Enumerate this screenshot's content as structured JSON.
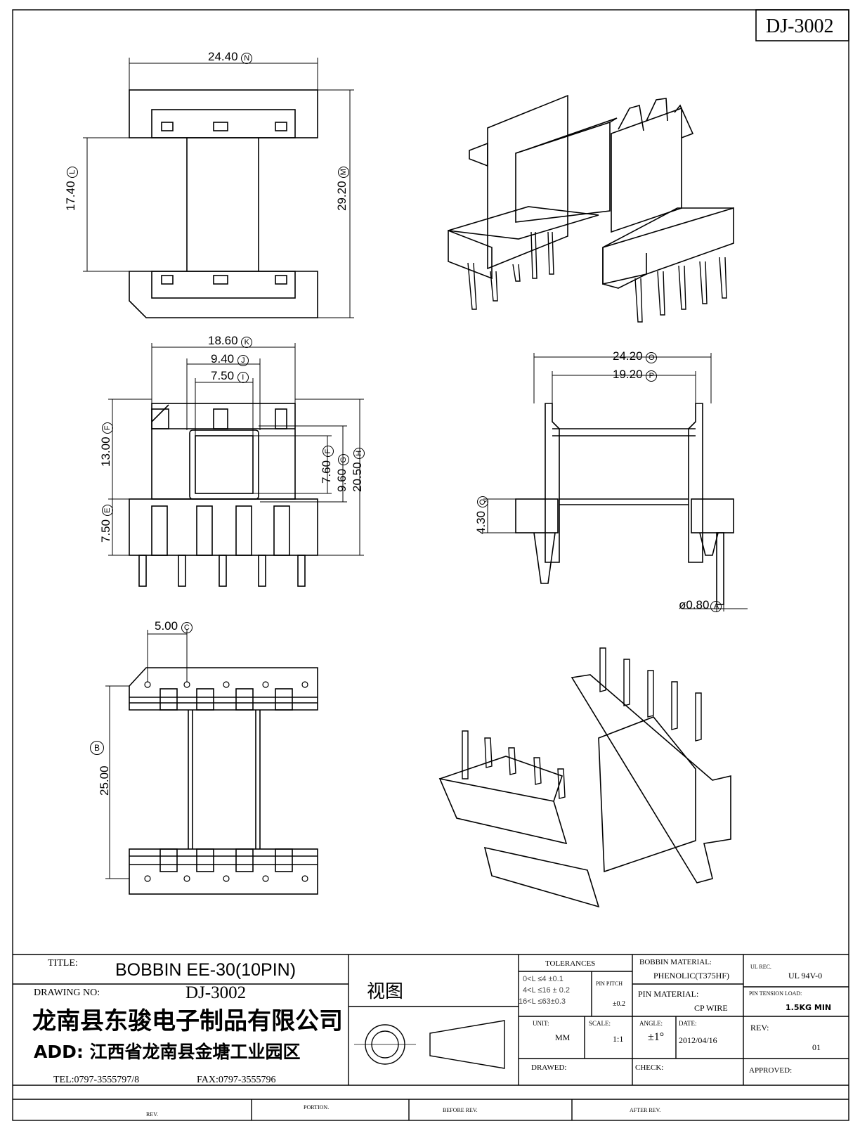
{
  "drawing_id": "DJ-3002",
  "dims": {
    "top_width": "24.40",
    "top_width_tag": "N",
    "top_inner_height": "17.40",
    "top_inner_height_tag": "L",
    "top_height": "29.20",
    "top_height_tag": "M",
    "front_width": "18.60",
    "front_width_tag": "K",
    "front_mid": "9.40",
    "front_mid_tag": "J",
    "front_inner": "7.50",
    "front_inner_tag": "I",
    "front_upper": "13.00",
    "front_upper_tag": "F",
    "front_lower": "7.50",
    "front_lower_tag": "E",
    "front_core": "7.60",
    "front_core_tag": "F",
    "front_core_outer": "9.60",
    "front_core_outer_tag": "G",
    "front_total": "20.50",
    "front_total_tag": "H",
    "side_width": "24.20",
    "side_width_tag": "O",
    "side_inner": "19.20",
    "side_inner_tag": "P",
    "side_base": "4.30",
    "side_base_tag": "Q",
    "pin_dia": "ø0.80",
    "pin_dia_tag": "A",
    "pitch": "5.00",
    "pitch_tag": "C",
    "row_span": "25.00",
    "row_span_tag": "B"
  },
  "title_block": {
    "title_label": "TITLE:",
    "title_value": "BOBBIN EE-30(10PIN)",
    "drawing_no_label": "DRAWING NO:",
    "drawing_no_value": "DJ-3002",
    "company": "龙南县东骏电子制品有限公司",
    "address": "ADD: 江西省龙南县金塘工业园区",
    "tel": "TEL:0797-3555797/8",
    "fax": "FAX:0797-3555796",
    "view_label": "视图",
    "tolerances_label": "TOLERANCES",
    "tol_1": "0<L ≤4  ±0.1",
    "tol_2": "4<L ≤16 ± 0.2",
    "tol_3": "16<L ≤63±0.3",
    "pin_pitch_label": "PIN PITCH",
    "pin_pitch_value": "±0.2",
    "unit_label": "UNIT:",
    "unit_value": "MM",
    "scale_label": "SCALE:",
    "scale_value": "1:1",
    "angle_label": "ANGLE:",
    "angle_value": "±1°",
    "date_label": "DATE:",
    "date_value": "2012/04/16",
    "drawed_label": "DRAWED:",
    "check_label": "CHECK:",
    "bobbin_material_label": "BOBBIN MATERIAL:",
    "bobbin_material_value": "PHENOLIC(T375HF)",
    "pin_material_label": "PIN MATERIAL:",
    "pin_material_value": "CP WIRE",
    "ul_rec_label": "UL REC.",
    "ul_rec_value": "UL  94V-0",
    "pin_tension_label": "PIN TENSION LOAD:",
    "pin_tension_value": "1.5KG MIN",
    "rev_label": "REV:",
    "rev_value": "01",
    "approved_label": "APPROVED:",
    "rev_col": "REV.",
    "portion_col": "PORTION.",
    "before_rev_col": "BEFORE REV.",
    "after_rev_col": "AFTER REV."
  }
}
